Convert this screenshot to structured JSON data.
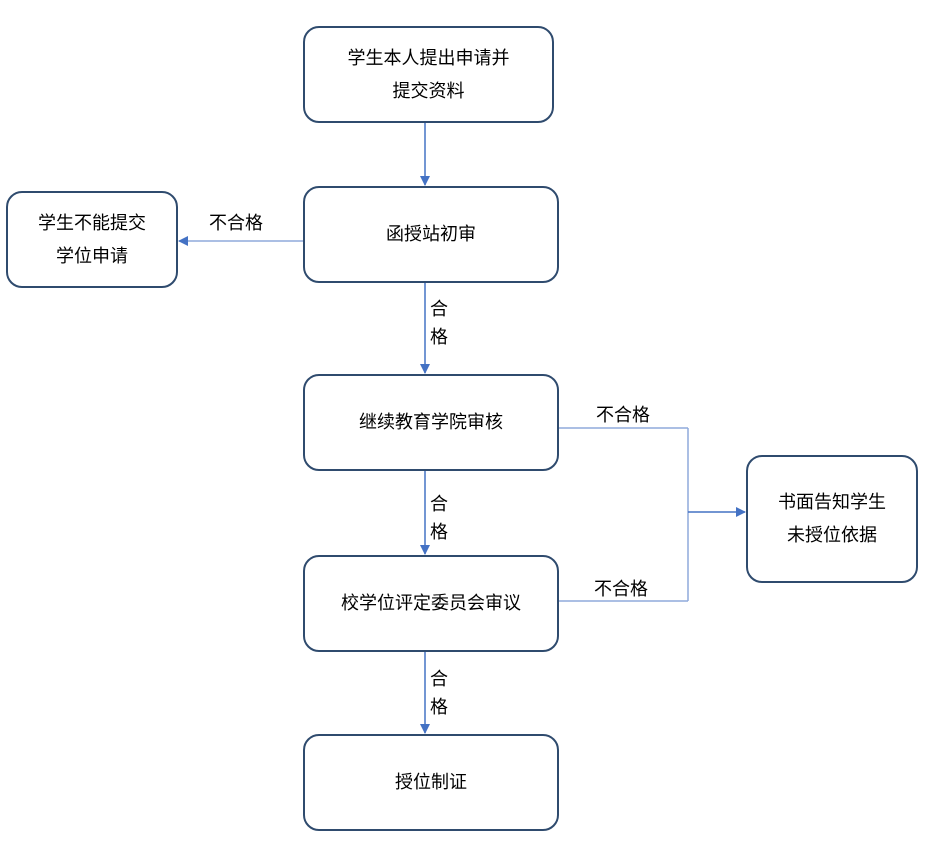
{
  "nodes": {
    "apply": {
      "lines": [
        "学生本人提出申请并",
        "提交资料"
      ]
    },
    "station_review": {
      "lines": [
        "函授站初审"
      ]
    },
    "cannot_apply": {
      "lines": [
        "学生不能提交",
        "学位申请"
      ]
    },
    "college_review": {
      "lines": [
        "继续教育学院审核"
      ]
    },
    "notify": {
      "lines": [
        "书面告知学生",
        "未授位依据"
      ]
    },
    "committee_review": {
      "lines": [
        "校学位评定委员会审议"
      ]
    },
    "award": {
      "lines": [
        "授位制证"
      ]
    }
  },
  "edges": {
    "station_fail": "不合格",
    "station_pass": "合格",
    "college_fail": "不合格",
    "college_pass": "合格",
    "committee_fail": "不合格",
    "committee_pass": "合格"
  },
  "colors": {
    "box_border": "#2F4B6E",
    "arrow": "#4472C4",
    "connector": "#8FAADC"
  }
}
